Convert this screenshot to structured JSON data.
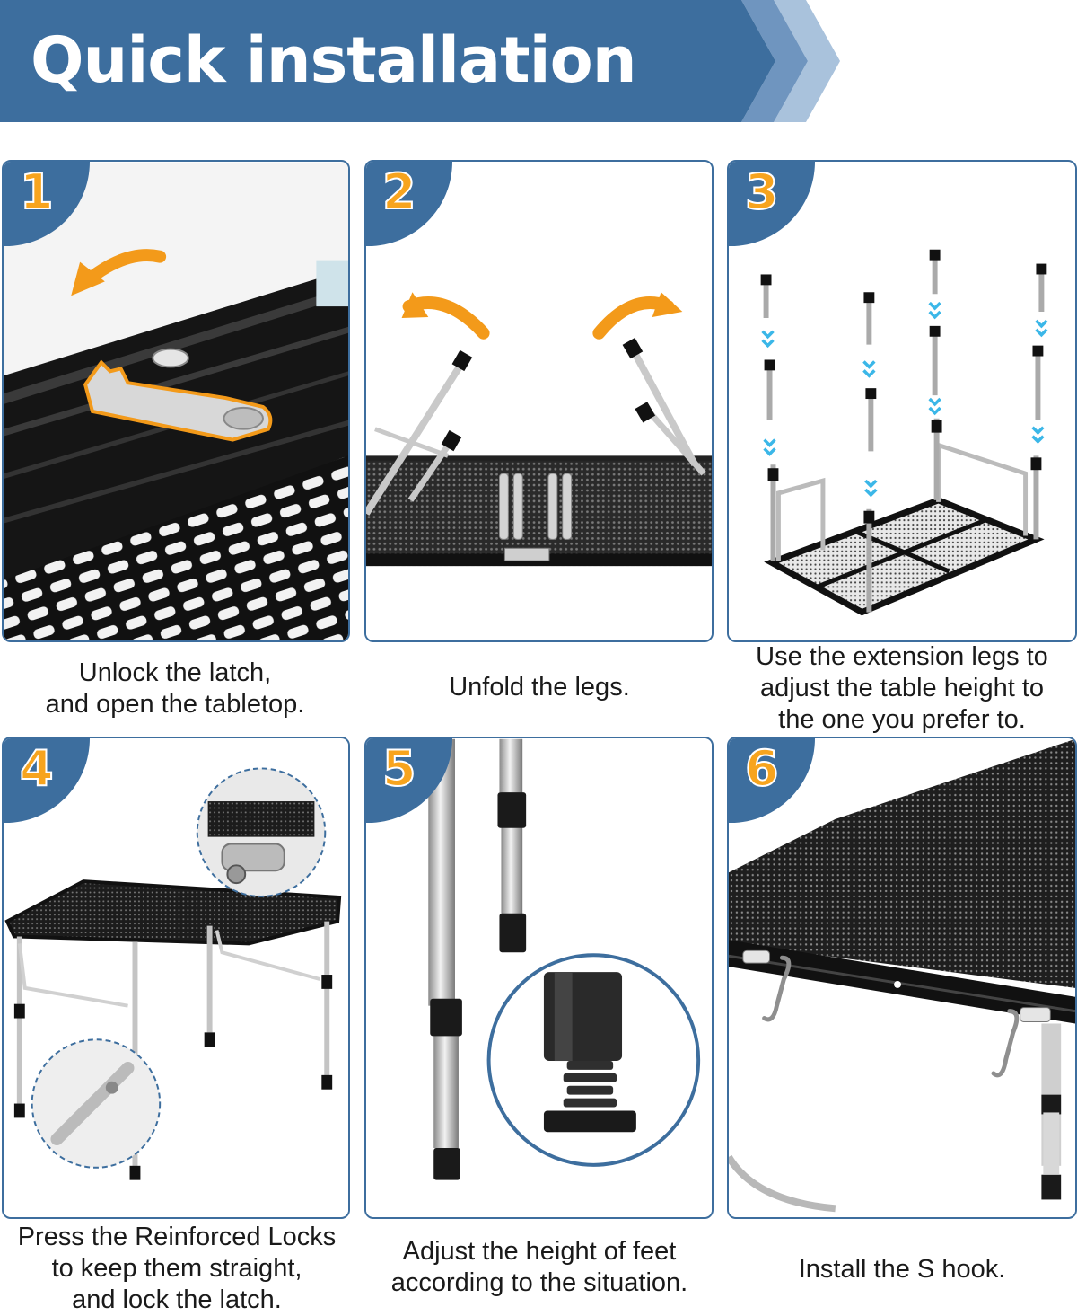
{
  "banner": {
    "title": "Quick installation",
    "color": "#3d6e9e",
    "chevron_colors": [
      "#6f95bf",
      "#a9c2dc"
    ]
  },
  "accent": {
    "badge_bg": "#3d6e9e",
    "badge_num": "#f7a41e",
    "arrow": "#f39a1a",
    "arrow_cyan": "#3bb7e8"
  },
  "steps": [
    {
      "number": "1",
      "caption_lines": [
        "Unlock the latch,",
        "and open the tabletop."
      ],
      "icon": "latch-icon"
    },
    {
      "number": "2",
      "caption_lines": [
        "Unfold the legs."
      ],
      "icon": "unfold-legs-icon"
    },
    {
      "number": "3",
      "caption_lines": [
        "Use the extension legs to",
        "adjust the table height to",
        "the one you prefer to."
      ],
      "icon": "extension-legs-icon"
    },
    {
      "number": "4",
      "caption_lines": [
        "Press the Reinforced Locks",
        "to keep them straight,",
        "and lock the latch."
      ],
      "icon": "reinforced-lock-icon"
    },
    {
      "number": "5",
      "caption_lines": [
        "Adjust the height of feet",
        "according to the situation."
      ],
      "icon": "adjustable-foot-icon"
    },
    {
      "number": "6",
      "caption_lines": [
        "Install the S hook."
      ],
      "icon": "s-hook-icon"
    }
  ]
}
